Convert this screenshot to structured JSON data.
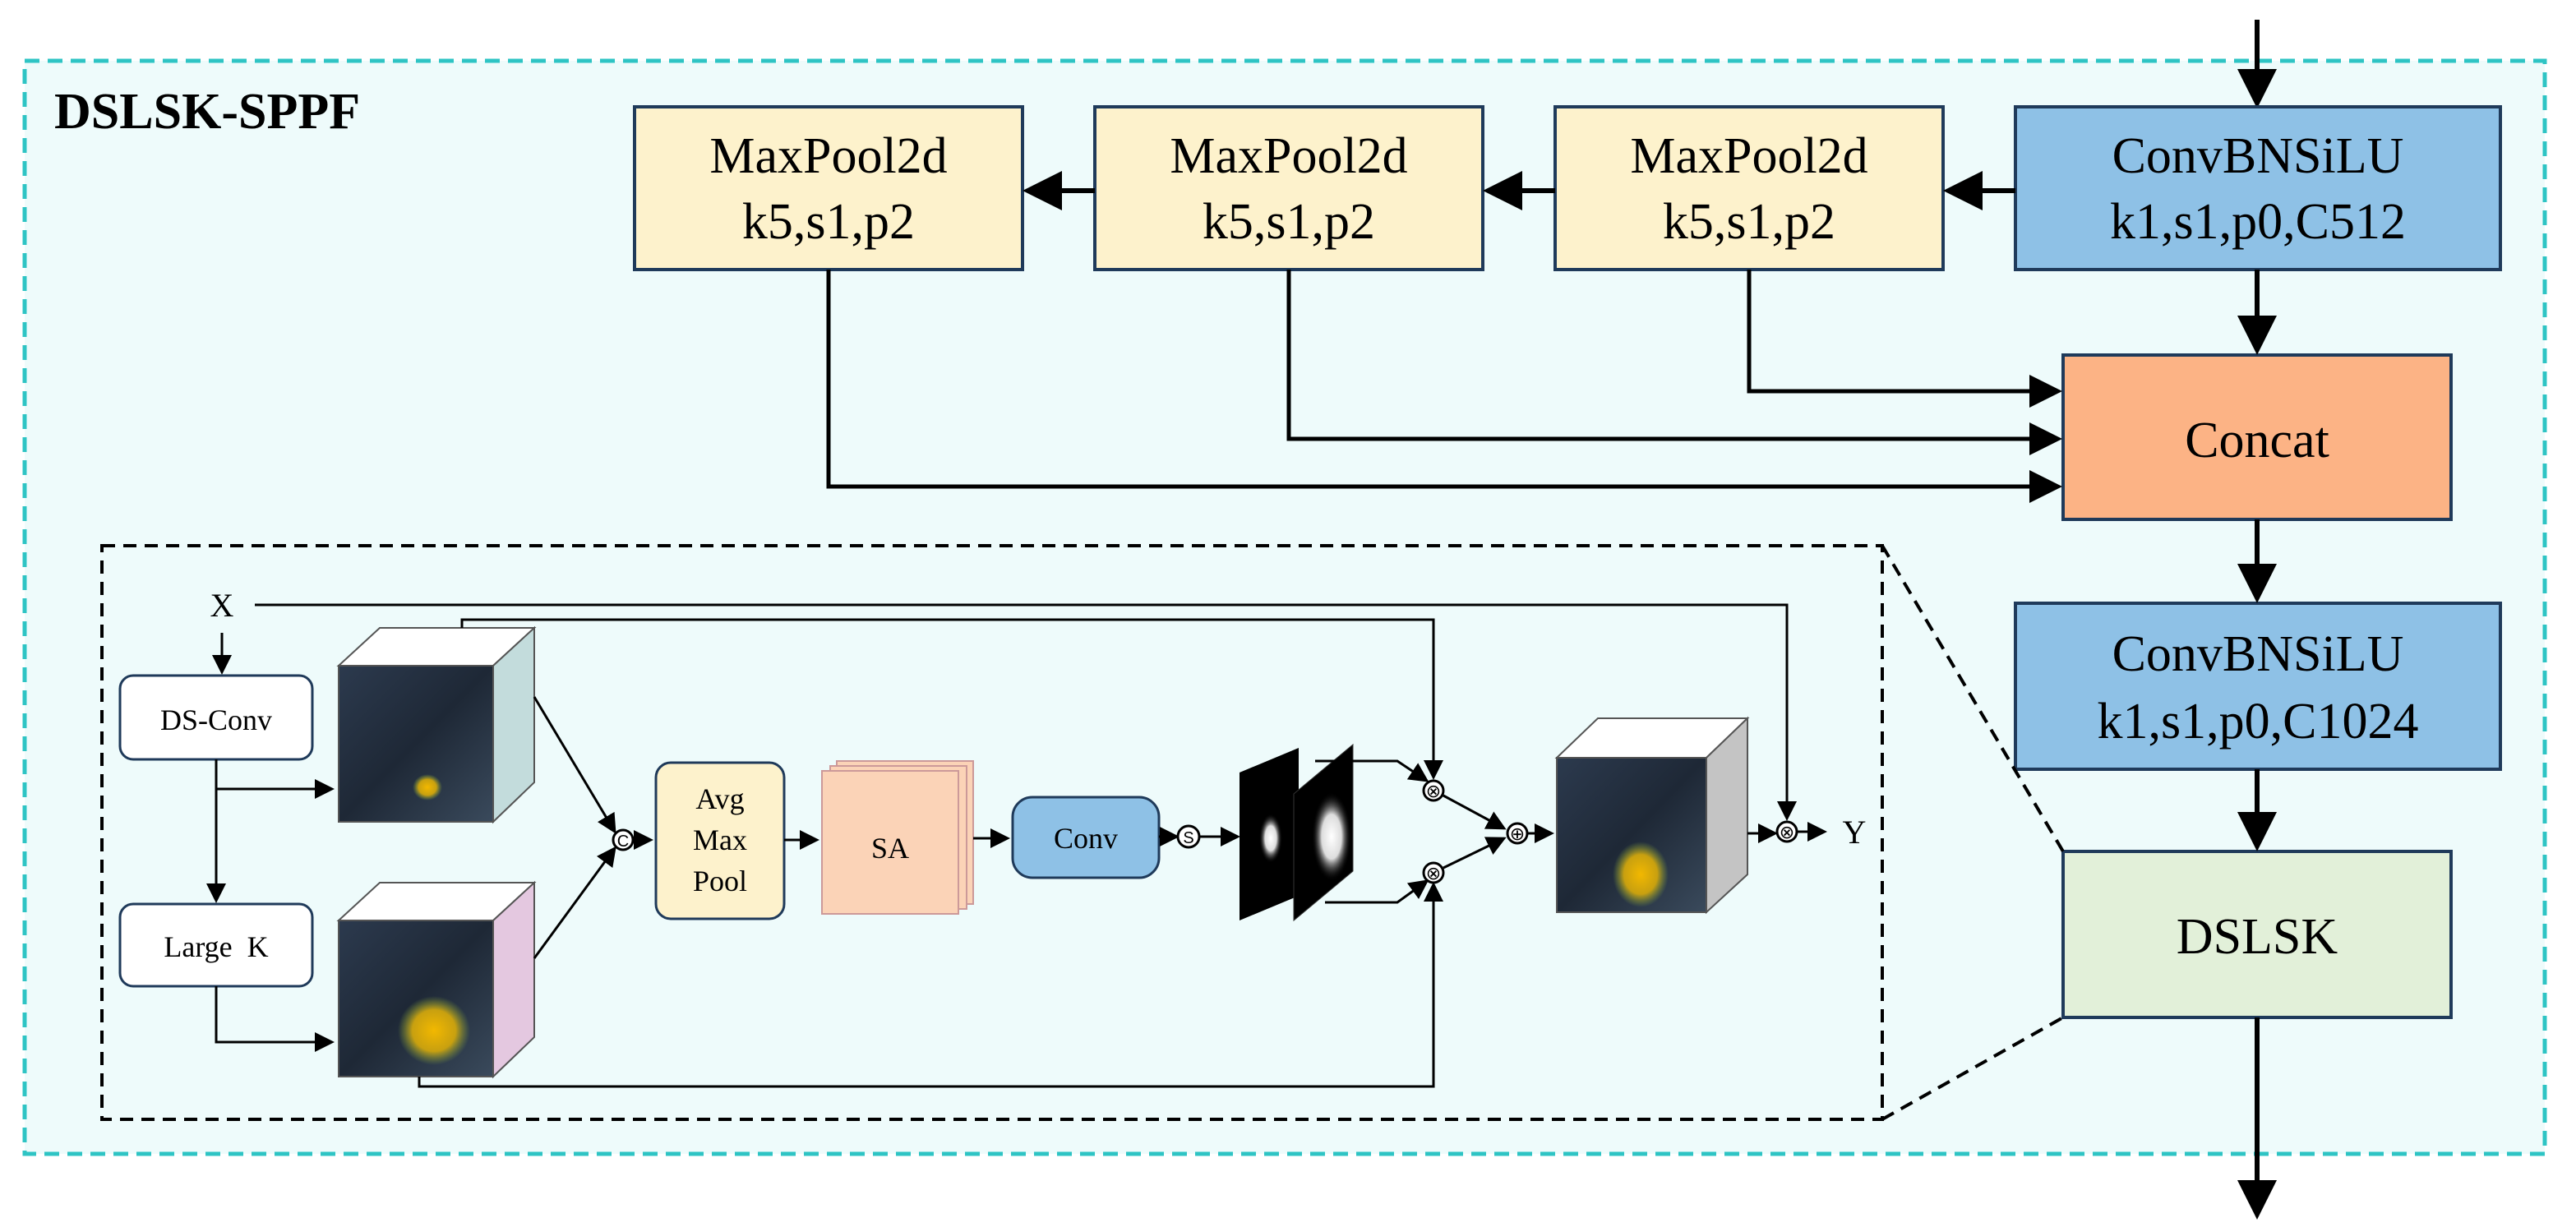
{
  "title": "DSLSK-SPPF",
  "colors": {
    "frame_border": "#2ec4c4",
    "frame_fill": "#eefbfb",
    "maxpool_fill": "#fdf2cc",
    "conv_fill": "#8ec1e6",
    "concat_fill": "#fcb385",
    "dslsk_fill": "#e2f0d9",
    "sa_fill": "#fbd3b7",
    "avg_fill": "#fdf2cc"
  },
  "maxpool": [
    {
      "line1": "MaxPool2d",
      "line2": "k5,s1,p2"
    },
    {
      "line1": "MaxPool2d",
      "line2": "k5,s1,p2"
    },
    {
      "line1": "MaxPool2d",
      "line2": "k5,s1,p2"
    }
  ],
  "conv_top": {
    "line1": "ConvBNSiLU",
    "line2": "k1,s1,p0,C512"
  },
  "concat": "Concat",
  "conv_bottom": {
    "line1": "ConvBNSiLU",
    "line2": "k1,s1,p0,C1024"
  },
  "dslsk": "DSLSK",
  "detail": {
    "input": "X",
    "output": "Y",
    "ds_conv": "DS-Conv",
    "large_k": "Large  K",
    "pool": [
      "Avg",
      "Max",
      "Pool"
    ],
    "sa": "SA",
    "conv": "Conv",
    "concat_op": "C",
    "sigmoid_op": "S",
    "mult_op": "⊗",
    "add_op": "⊕"
  }
}
